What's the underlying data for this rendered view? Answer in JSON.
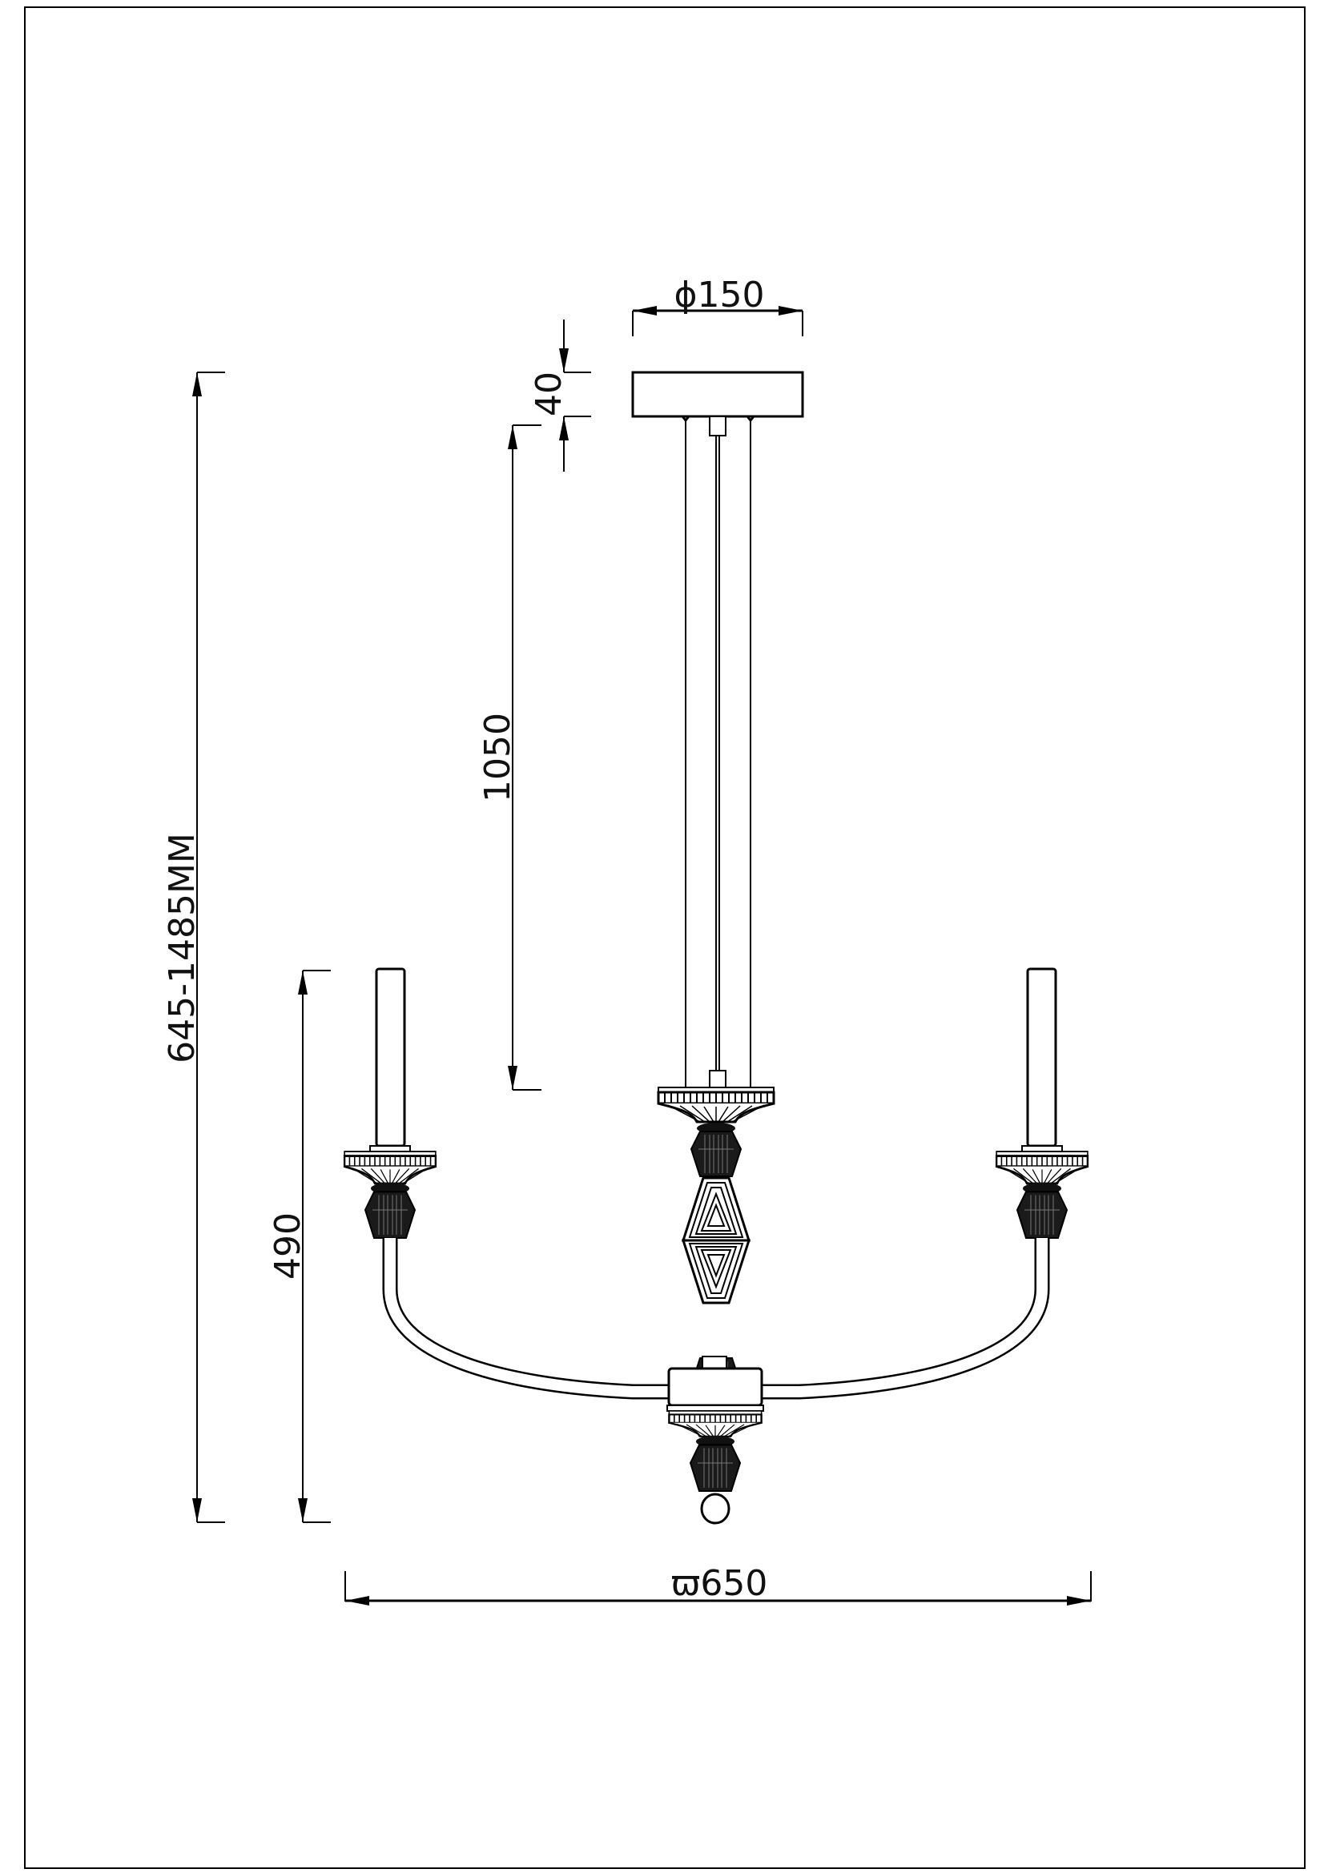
{
  "drawing": {
    "title": "Chandelier dimension drawing",
    "dimensions": {
      "canopy_diameter": "ϕ150",
      "canopy_height": "40",
      "rod_length": "1050",
      "overall_height": "645-1485MM",
      "body_height": "490",
      "overall_diameter": "ϖ650"
    },
    "colors": {
      "line": "#000000",
      "background": "#ffffff"
    }
  }
}
